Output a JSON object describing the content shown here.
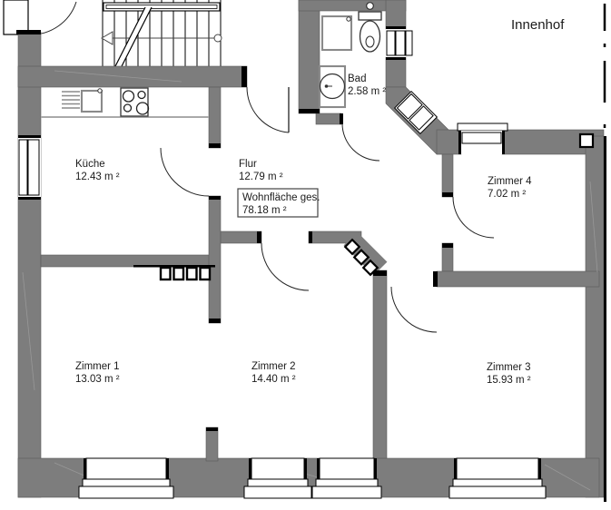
{
  "type": "floor-plan",
  "courtyard": {
    "label": "Innenhof"
  },
  "rooms": {
    "kueche": {
      "name": "Küche",
      "area": "12.43 m ²"
    },
    "flur": {
      "name": "Flur",
      "area": "12.79 m ²"
    },
    "bad": {
      "name": "Bad",
      "area": "2.58 m ²"
    },
    "zimmer1": {
      "name": "Zimmer 1",
      "area": "13.03 m ²"
    },
    "zimmer2": {
      "name": "Zimmer 2",
      "area": "14.40 m ²"
    },
    "zimmer3": {
      "name": "Zimmer 3",
      "area": "15.93 m ²"
    },
    "zimmer4": {
      "name": "Zimmer 4",
      "area": "7.02 m ²"
    }
  },
  "total": {
    "label": "Wohnfläche ges.",
    "value": "78.18 m ²"
  },
  "colors": {
    "wall": "#7d7d7d",
    "outline": "#000000",
    "background": "#ffffff"
  }
}
